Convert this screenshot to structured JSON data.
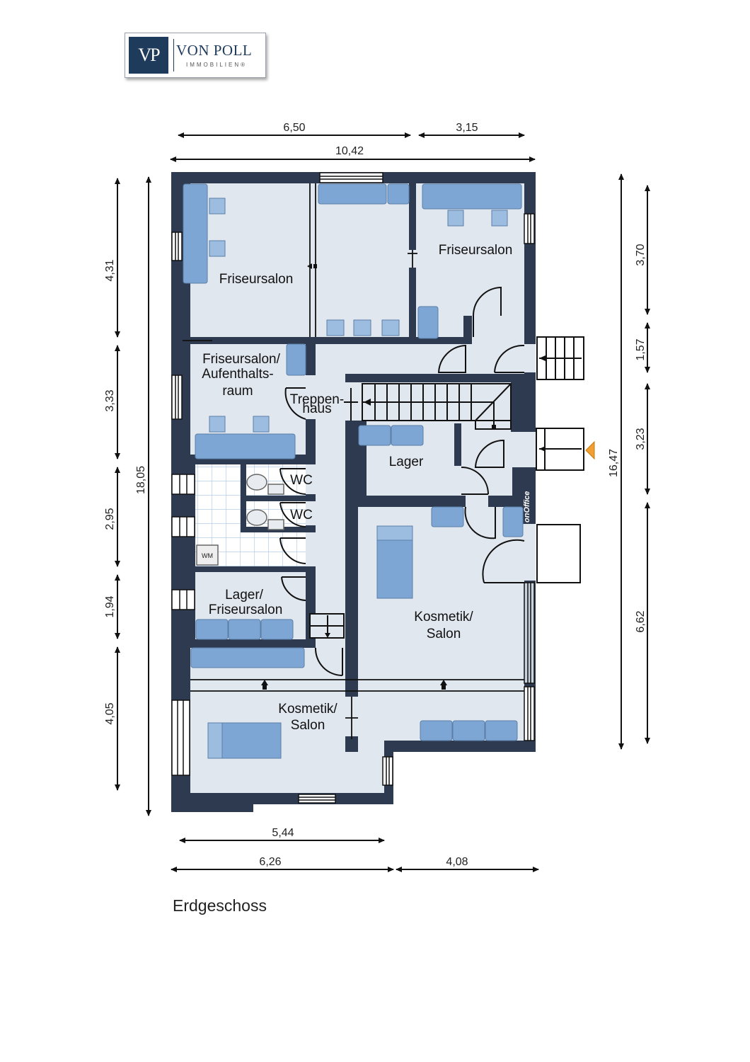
{
  "logo": {
    "mark": "VP",
    "name": "VON POLL",
    "subtitle": "IMMOBILIEN®"
  },
  "floor_label": "Erdgeschoss",
  "watermark": "onOffice",
  "colors": {
    "wall": "#2d3a4f",
    "floor": "#e1e7ef",
    "furniture": "#7ea6d4",
    "entrance_marker": "#f0a030"
  },
  "dimensions": {
    "top": [
      "6,50",
      "3,15",
      "10,42"
    ],
    "left": [
      "4,31",
      "3,33",
      "2,95",
      "1,94",
      "4,05",
      "18,05"
    ],
    "right": [
      "3,70",
      "1,57",
      "3,23",
      "6,62",
      "16,47"
    ],
    "bottom": [
      "5,44",
      "6,26",
      "4,08"
    ]
  },
  "rooms": [
    {
      "id": "friseursalon-1",
      "lines": [
        "Friseursalon"
      ]
    },
    {
      "id": "friseursalon-2",
      "lines": [
        "Friseursalon"
      ]
    },
    {
      "id": "friseursalon-aufenthalt",
      "lines": [
        "Friseursalon/",
        "Aufenthalts-",
        "raum"
      ]
    },
    {
      "id": "treppenhaus",
      "lines": [
        "Treppen-",
        "haus"
      ]
    },
    {
      "id": "lager",
      "lines": [
        "Lager"
      ]
    },
    {
      "id": "wc-1",
      "lines": [
        "WC"
      ]
    },
    {
      "id": "wc-2",
      "lines": [
        "WC"
      ]
    },
    {
      "id": "wm",
      "lines": [
        "WM"
      ]
    },
    {
      "id": "lager-friseursalon",
      "lines": [
        "Lager/",
        "Friseursalon"
      ]
    },
    {
      "id": "kosmetik-1",
      "lines": [
        "Kosmetik/",
        "Salon"
      ]
    },
    {
      "id": "kosmetik-2",
      "lines": [
        "Kosmetik/",
        "Salon"
      ]
    }
  ]
}
